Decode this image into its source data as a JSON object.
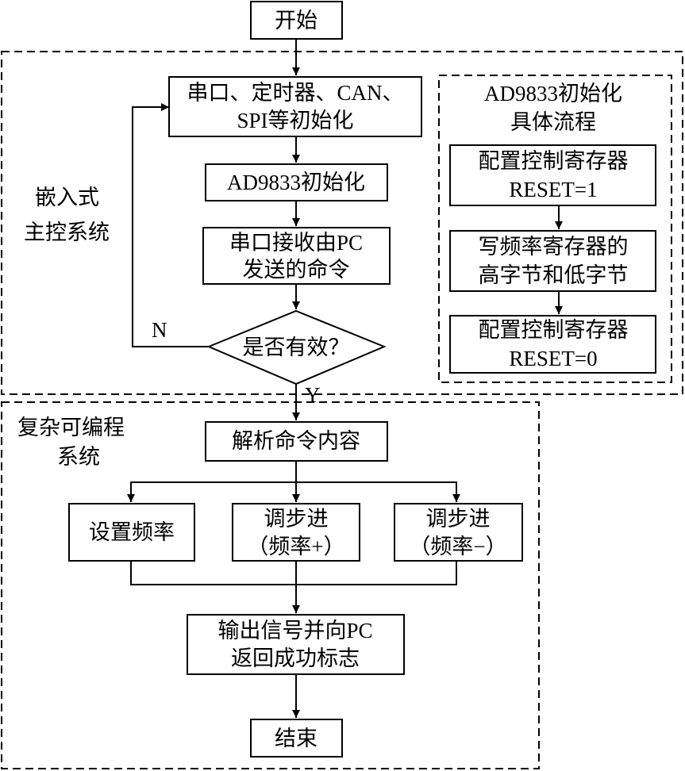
{
  "nodes": {
    "start": "开始",
    "init_1": "串口、定时器、CAN、",
    "init_2": "SPI等初始化",
    "ad_init": "AD9833初始化",
    "recv_1": "串口接收由PC",
    "recv_2": "发送的命令",
    "valid": "是否有效？",
    "parse": "解析命令内容",
    "set_freq": "设置频率",
    "step_up_1": "调步进",
    "step_up_2": "（频率+）",
    "step_down_1": "调步进",
    "step_down_2": "（频率−）",
    "output_1": "输出信号并向PC",
    "output_2": "返回成功标志",
    "end": "结束"
  },
  "branch_labels": {
    "no": "N",
    "yes": "Y"
  },
  "embedded_group": {
    "label_1": "嵌入式",
    "label_2": "主控系统"
  },
  "cpld_group": {
    "label_1": "复杂可编程",
    "label_2": "系统"
  },
  "ad_detail": {
    "title_1": "AD9833初始化",
    "title_2": "具体流程",
    "step1_1": "配置控制寄存器",
    "step1_2": "RESET=1",
    "step2_1": "写频率寄存器的",
    "step2_2": "高字节和低字节",
    "step3_1": "配置控制寄存器",
    "step3_2": "RESET=0"
  }
}
